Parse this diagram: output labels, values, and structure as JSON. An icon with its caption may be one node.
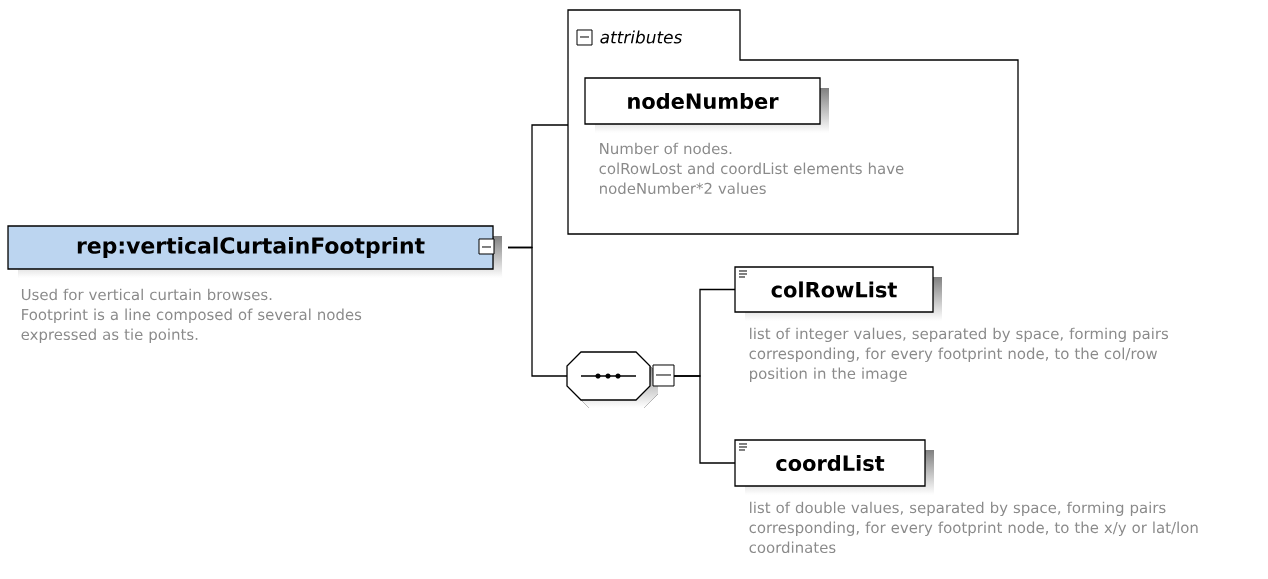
{
  "diagram": {
    "nodes": [
      {
        "text": [
          "rep:verticalCurtainFootprint"
        ],
        "beside": [
          "Used for vertical curtain browses.",
          "Footprint is a line composed of several nodes expressed as tie points."
        ]
      },
      {
        "text": [
          "attributes"
        ]
      },
      {
        "text": [
          "nodeNumber"
        ],
        "in": 1,
        "beside": [
          "Number of nodes.",
          "colRowLost and coordList elements have nodeNumber*2 values"
        ]
      },
      {
        "text": [],
        "shape": "octagon"
      },
      {
        "text": [
          "colRowList"
        ],
        "beside": [
          "list of integer values, separated by space, forming pairs corresponding, for every footprint node, to the col/row position in the image"
        ]
      },
      {
        "text": [
          "coordList"
        ],
        "beside": [
          "list of double values, separated by space, forming pairs corresponding, for every footprint node, to the x/y or lat/lon coordinates"
        ]
      }
    ],
    "edges": [
      {
        "from": 0,
        "to": 1,
        "arrow": "none"
      },
      {
        "from": 0,
        "to": 3,
        "arrow": "none"
      },
      {
        "from": 3,
        "to": 4,
        "arrow": "none"
      },
      {
        "from": 3,
        "to": 5,
        "arrow": "none"
      }
    ]
  }
}
